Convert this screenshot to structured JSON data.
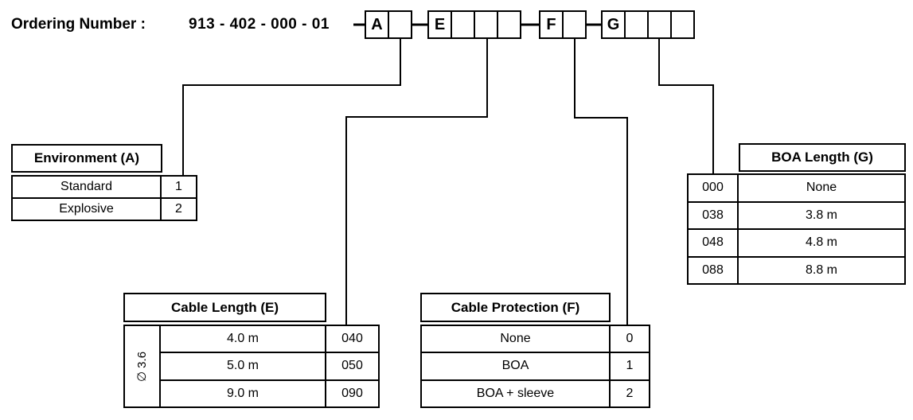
{
  "title": {
    "label": "Ordering Number :",
    "number": "913 - 402 - 000 - 01"
  },
  "code_boxes": {
    "a": {
      "letter": "A"
    },
    "e": {
      "letter": "E"
    },
    "f": {
      "letter": "F"
    },
    "g": {
      "letter": "G"
    }
  },
  "tables": {
    "environment": {
      "title": "Environment (A)",
      "rows": [
        {
          "name": "Standard",
          "code": "1"
        },
        {
          "name": "Explosive",
          "code": "2"
        }
      ]
    },
    "cable_length": {
      "title": "Cable Length (E)",
      "diameter_label": "∅ 3.6",
      "rows": [
        {
          "name": "4.0 m",
          "code": "040"
        },
        {
          "name": "5.0 m",
          "code": "050"
        },
        {
          "name": "9.0 m",
          "code": "090"
        }
      ]
    },
    "cable_protection": {
      "title": "Cable Protection (F)",
      "rows": [
        {
          "name": "None",
          "code": "0"
        },
        {
          "name": "BOA",
          "code": "1"
        },
        {
          "name": "BOA + sleeve",
          "code": "2"
        }
      ]
    },
    "boa_length": {
      "title": "BOA Length (G)",
      "rows": [
        {
          "code": "000",
          "name": "None"
        },
        {
          "code": "038",
          "name": "3.8 m"
        },
        {
          "code": "048",
          "name": "4.8 m"
        },
        {
          "code": "088",
          "name": "8.8 m"
        }
      ]
    }
  },
  "colors": {
    "line": "#000000",
    "background": "#ffffff"
  }
}
